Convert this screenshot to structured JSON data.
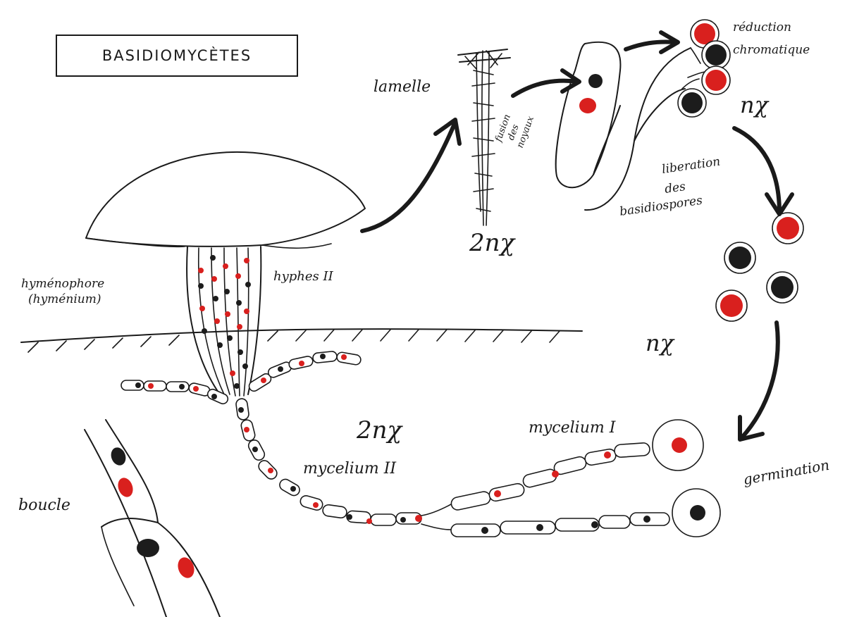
{
  "title": "BASIDIOMYCÈTES",
  "labels": {
    "lamelle": "lamelle",
    "fusion": [
      "fusion",
      "des",
      "noyaux"
    ],
    "reduction": [
      "réduction",
      "chromatique"
    ],
    "n_chi_top": "nχ",
    "liberation": [
      "liberation",
      "des",
      "basidiospores"
    ],
    "two_n_chi_lamelle": "2nχ",
    "hymenophore": [
      "hyménophore",
      "(hyménium)"
    ],
    "hyphes": "hyphes II",
    "n_chi_mid": "nχ",
    "mycelium_1": "mycelium I",
    "two_n_chi_mycelium": "2nχ",
    "mycelium_2": "mycelium II",
    "germination": "germination",
    "boucle": "boucle"
  },
  "colors": {
    "ink": "#1a1a1a",
    "red_nucleus": "#d9201e",
    "black_nucleus": "#1c1c1c",
    "paper": "#ffffff"
  }
}
